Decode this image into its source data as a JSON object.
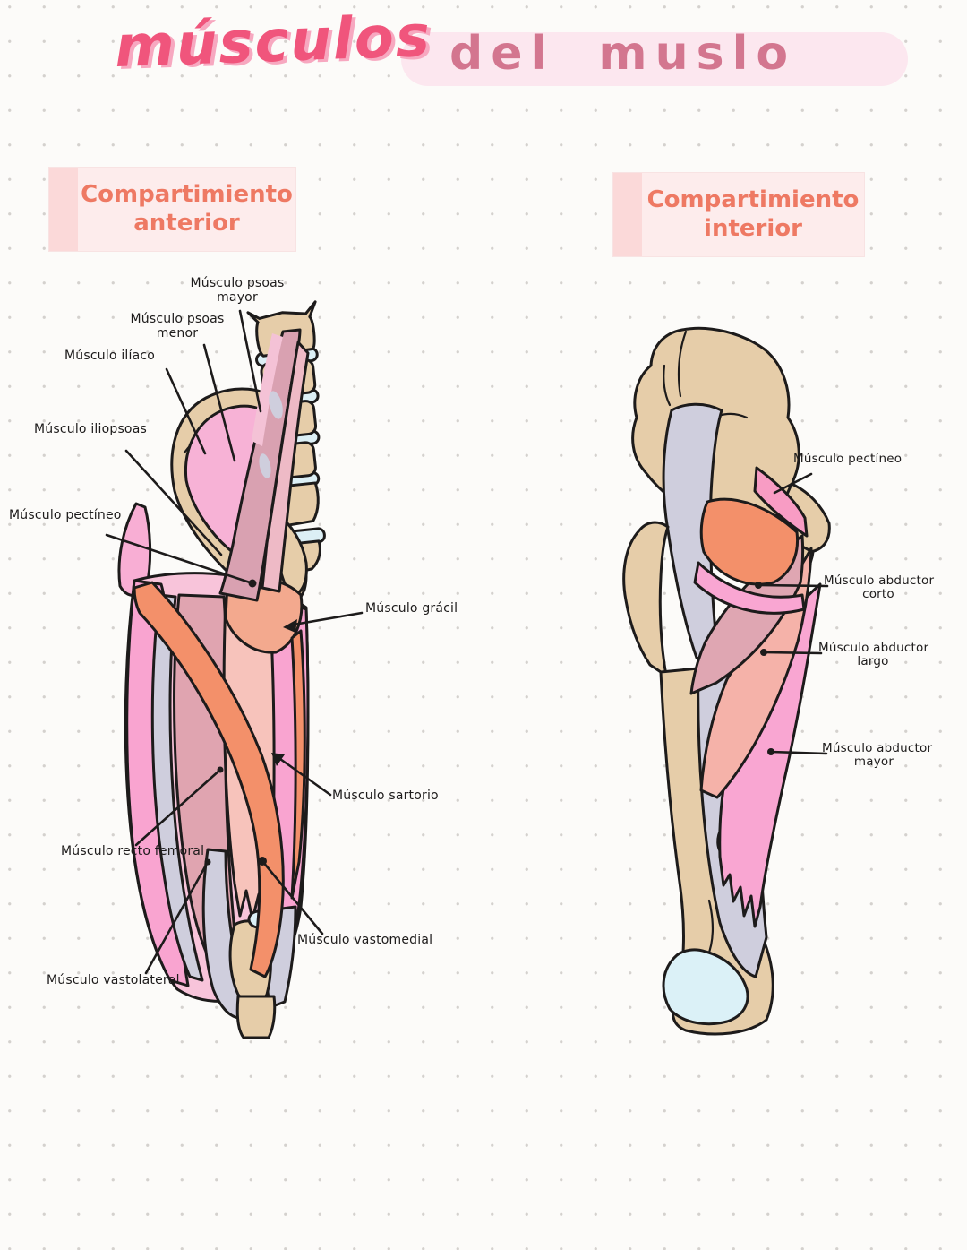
{
  "title": {
    "word1": "músculos",
    "word2": "del muslo"
  },
  "left_panel": {
    "header": {
      "line1": "Compartimiento",
      "line2": "anterior"
    },
    "labels": [
      {
        "id": "psoas-mayor",
        "line1": "Músculo psoas",
        "line2": "mayor"
      },
      {
        "id": "psoas-menor",
        "line1": "Músculo psoas",
        "line2": "menor"
      },
      {
        "id": "iliaco",
        "line1": "Músculo ilíaco"
      },
      {
        "id": "iliopsoas",
        "line1": "Músculo iliopsoas"
      },
      {
        "id": "pectineo",
        "line1": "Músculo pectíneo"
      },
      {
        "id": "gracil",
        "line1": "Músculo grácil"
      },
      {
        "id": "sartorio",
        "line1": "Músculo sartorio"
      },
      {
        "id": "recto-femoral",
        "line1": "Músculo recto femoral"
      },
      {
        "id": "vastolateral",
        "line1": "Músculo vastolateral"
      },
      {
        "id": "vastomedial",
        "line1": "Músculo vastomedial"
      }
    ]
  },
  "right_panel": {
    "header": {
      "line1": "Compartimiento",
      "line2": "interior"
    },
    "labels": [
      {
        "id": "pectineo",
        "line1": "Músculo pectíneo"
      },
      {
        "id": "abductor-corto",
        "line1": "Músculo abductor",
        "line2": "corto"
      },
      {
        "id": "abductor-largo",
        "line1": "Músculo abductor",
        "line2": "largo"
      },
      {
        "id": "abductor-mayor",
        "line1": "Músculo abductor",
        "line2": "mayor"
      }
    ]
  },
  "colors": {
    "title_pink": "#f0557c",
    "title_rose": "#d3768f",
    "title_highlight": "#fce7ef",
    "header_bg": "#fdecec",
    "header_strip": "#fbd9d9",
    "header_text": "#ee7963",
    "ink": "#1d1b1b",
    "bone_tan": "#e6cda9",
    "disc_blue": "#dceff5",
    "muscle_bright_pink": "#f9a6d2",
    "muscle_light_pink": "#f8c4da",
    "muscle_mauve": "#d9a1b1",
    "muscle_dusty_rose": "#e0a4b0",
    "muscle_salmon": "#f5b2a9",
    "muscle_orange": "#f3906a",
    "gray_lavender": "#cfcedd",
    "pale_blue": "#dbf1f7"
  }
}
